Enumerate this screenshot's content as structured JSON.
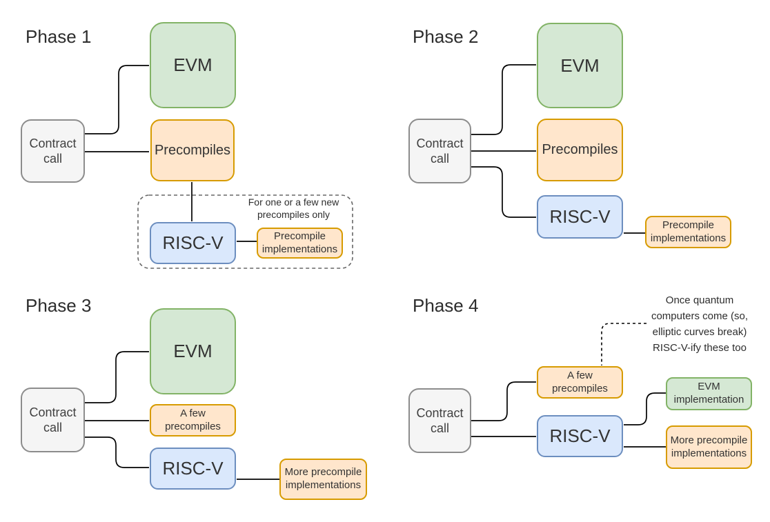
{
  "colors": {
    "green_fill": "#d5e8d4",
    "green_stroke": "#82b366",
    "orange_fill": "#ffe6cc",
    "orange_stroke": "#d79b00",
    "blue_fill": "#dae8fc",
    "blue_stroke": "#6c8ebf",
    "gray_fill": "#f5f5f5",
    "gray_stroke": "#8c8c8c",
    "arrow_color": "#000000",
    "dashed_border": "#666666",
    "text_color": "#333333"
  },
  "phases": [
    {
      "label": "Phase 1",
      "nodes": {
        "contract_call": [
          "Contract",
          "call"
        ],
        "evm": "EVM",
        "precompiles": "Precompiles",
        "riscv": "RISC-V",
        "precompile_impl": [
          "Precompile",
          "implementations"
        ],
        "note": [
          "For one or a few new",
          "precompiles only"
        ]
      }
    },
    {
      "label": "Phase 2",
      "nodes": {
        "contract_call": [
          "Contract",
          "call"
        ],
        "evm": "EVM",
        "precompiles": "Precompiles",
        "riscv": "RISC-V",
        "precompile_impl": [
          "Precompile",
          "implementations"
        ]
      }
    },
    {
      "label": "Phase 3",
      "nodes": {
        "contract_call": [
          "Contract",
          "call"
        ],
        "evm": "EVM",
        "a_few_precompiles": [
          "A few",
          "precompiles"
        ],
        "riscv": "RISC-V",
        "more_precompile_impl": [
          "More precompile",
          "implementations"
        ]
      }
    },
    {
      "label": "Phase 4",
      "nodes": {
        "contract_call": [
          "Contract",
          "call"
        ],
        "a_few_precompiles": [
          "A few",
          "precompiles"
        ],
        "riscv": "RISC-V",
        "evm_impl": [
          "EVM",
          "implementation"
        ],
        "more_precompile_impl": [
          "More precompile",
          "implementations"
        ],
        "note": [
          "Once quantum",
          "computers come (so,",
          "elliptic curves break)",
          "RISC-V-ify these too"
        ]
      }
    }
  ]
}
